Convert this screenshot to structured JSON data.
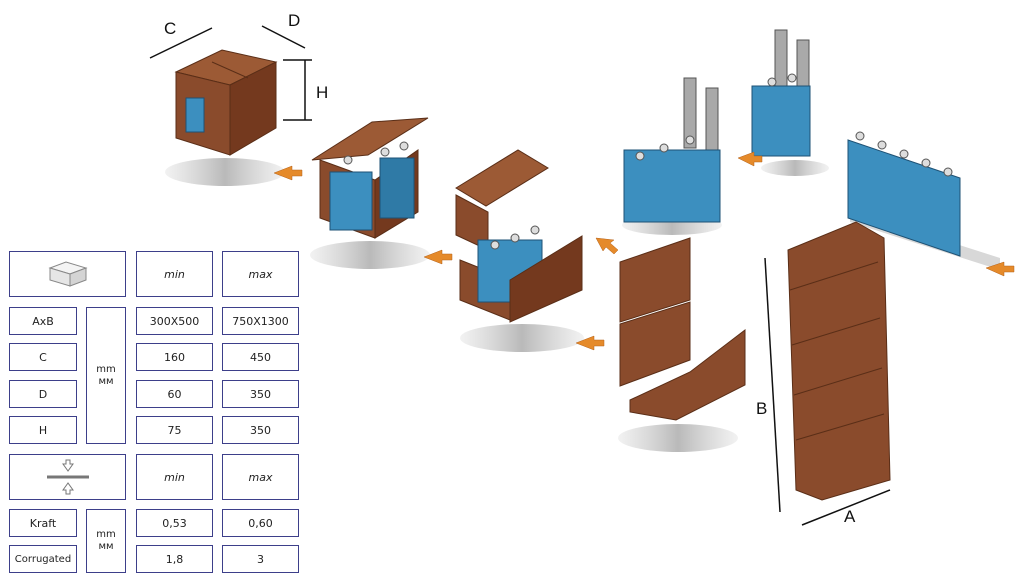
{
  "dimension_labels": {
    "c": "C",
    "d": "D",
    "h": "H",
    "a": "A",
    "b": "B"
  },
  "table": {
    "header_min": "min",
    "header_max": "max",
    "unit_top": "mm",
    "unit_bottom": "мм",
    "box_rows": [
      {
        "label": "AxB",
        "min": "300X500",
        "max": "750X1300"
      },
      {
        "label": "C",
        "min": "160",
        "max": "450"
      },
      {
        "label": "D",
        "min": "60",
        "max": "350"
      },
      {
        "label": "H",
        "min": "75",
        "max": "350"
      }
    ],
    "material_rows": [
      {
        "label": "Kraft",
        "min": "0,53",
        "max": "0,60"
      },
      {
        "label": "Corrugated",
        "min": "1,8",
        "max": "3"
      }
    ]
  },
  "icons": [
    "box-icon",
    "thickness-icon",
    "flow-arrow-icon",
    "gripper-icon"
  ],
  "colors": {
    "cardboard": "#8a4b2c",
    "bottle": "#3c8fbf",
    "arrow": "#e58a2a",
    "table_border": "#3d3f8a"
  }
}
